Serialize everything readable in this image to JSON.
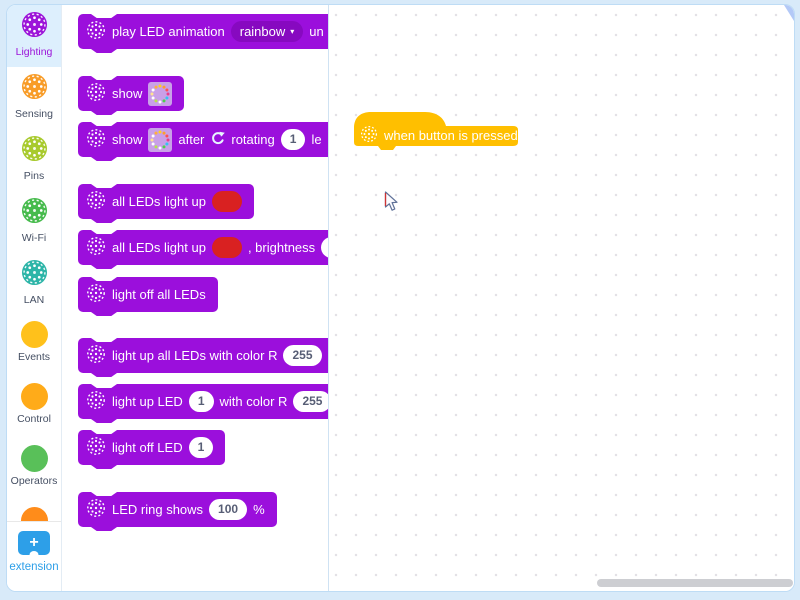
{
  "colors": {
    "window_frame": "#d8eaf9",
    "selected_item_bg": "#ddeffd",
    "block_purple": "#9b0fdc",
    "block_purple_dark": "#8709c0",
    "hat_yellow": "#ffbf00",
    "swatch_red": "#d92121",
    "cat_lighting": "#9c15d9",
    "cat_sensing": "#f89c28",
    "cat_pins": "#a8ca2e",
    "cat_wifi": "#47bb4d",
    "cat_lan": "#2db5a8",
    "cat_events": "#ffc11b",
    "cat_control": "#ffab19",
    "cat_operators": "#59c059",
    "cat_variables": "#ff8c1a",
    "extension_blue": "#2d9fe8"
  },
  "icons": {
    "dropdown_caret": "▾",
    "plus": "+"
  },
  "sidebar": {
    "categories": [
      {
        "label": "Lighting",
        "selected": true,
        "icon": "led-ring"
      },
      {
        "label": "Sensing",
        "selected": false,
        "icon": "led-ring"
      },
      {
        "label": "Pins",
        "selected": false,
        "icon": "led-ring"
      },
      {
        "label": "Wi-Fi",
        "selected": false,
        "icon": "led-ring"
      },
      {
        "label": "LAN",
        "selected": false,
        "icon": "led-ring"
      },
      {
        "label": "Events",
        "selected": false,
        "icon": "circle"
      },
      {
        "label": "Control",
        "selected": false,
        "icon": "circle"
      },
      {
        "label": "Operators",
        "selected": false,
        "icon": "circle"
      },
      {
        "label": "",
        "selected": false,
        "icon": "circle"
      }
    ],
    "extension_label": "extension"
  },
  "palette": {
    "blocks": [
      {
        "text1": "play LED animation",
        "dropdown_value": "rainbow",
        "text2": "un"
      },
      {
        "text1": "show"
      },
      {
        "text1": "show",
        "text2": "after",
        "text3": "rotating",
        "input1": "1",
        "text4": "le"
      },
      {
        "text1": "all LEDs light up"
      },
      {
        "text1": "all LEDs light up",
        "text2": ", brightness"
      },
      {
        "text1": "light off all LEDs"
      },
      {
        "text1": "light up all LEDs with color R",
        "input1": "255"
      },
      {
        "text1": "light up LED",
        "input1": "1",
        "text2": "with color R",
        "input2": "255"
      },
      {
        "text1": "light off LED",
        "input1": "1"
      },
      {
        "text1": "LED ring shows",
        "input1": "100",
        "text2": "%"
      }
    ]
  },
  "canvas": {
    "hat_block": {
      "label": "when button is pressed"
    }
  }
}
